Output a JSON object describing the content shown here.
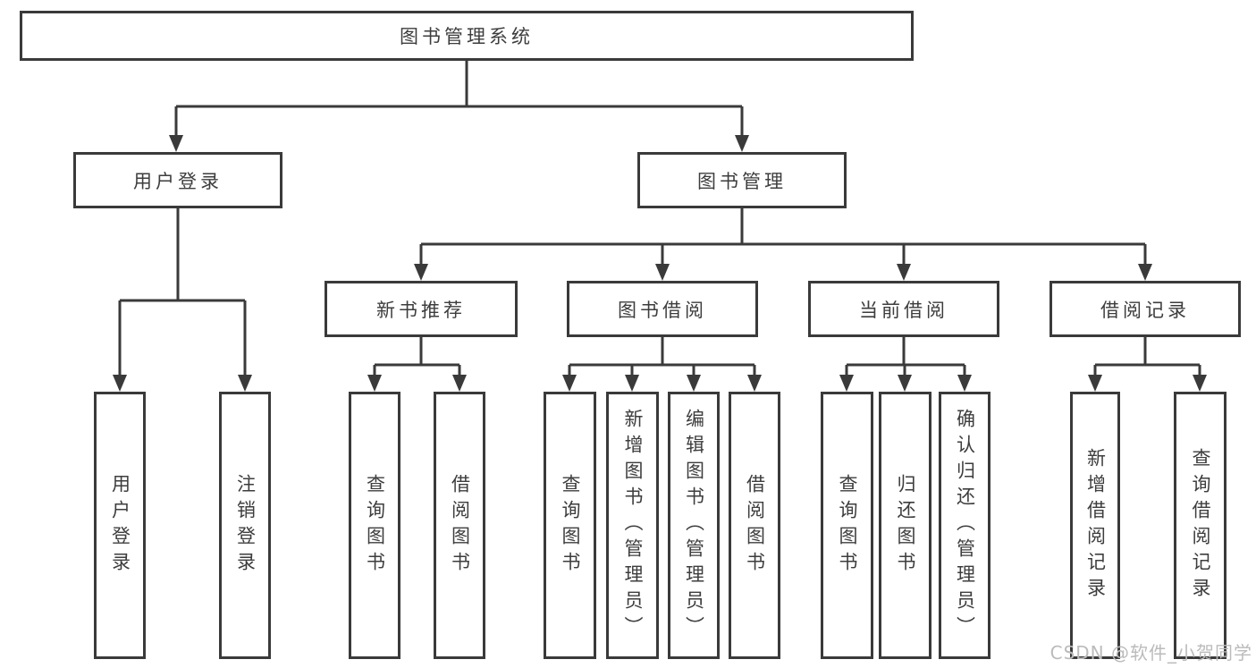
{
  "tree": {
    "label": "图书管理系统",
    "children": [
      {
        "label": "用户登录",
        "children": [
          {
            "label": "用户登录"
          },
          {
            "label": "注销登录"
          }
        ]
      },
      {
        "label": "图书管理",
        "children": [
          {
            "label": "新书推荐",
            "children": [
              {
                "label": "查询图书"
              },
              {
                "label": "借阅图书"
              }
            ]
          },
          {
            "label": "图书借阅",
            "children": [
              {
                "label": "查询图书"
              },
              {
                "label": "新增图书（管理员）"
              },
              {
                "label": "编辑图书（管理员）"
              },
              {
                "label": "借阅图书"
              }
            ]
          },
          {
            "label": "当前借阅",
            "children": [
              {
                "label": "查询图书"
              },
              {
                "label": "归还图书"
              },
              {
                "label": "确认归还（管理员）"
              }
            ]
          },
          {
            "label": "借阅记录",
            "children": [
              {
                "label": "新增借阅记录"
              },
              {
                "label": "查询借阅记录"
              }
            ]
          }
        ]
      }
    ]
  },
  "watermark": "CSDN @软件_小贺同学",
  "colors": {
    "line": "#3a3a3a",
    "text": "#3d3d3d",
    "background": "#ffffff",
    "watermark": "#bbbbbb"
  }
}
